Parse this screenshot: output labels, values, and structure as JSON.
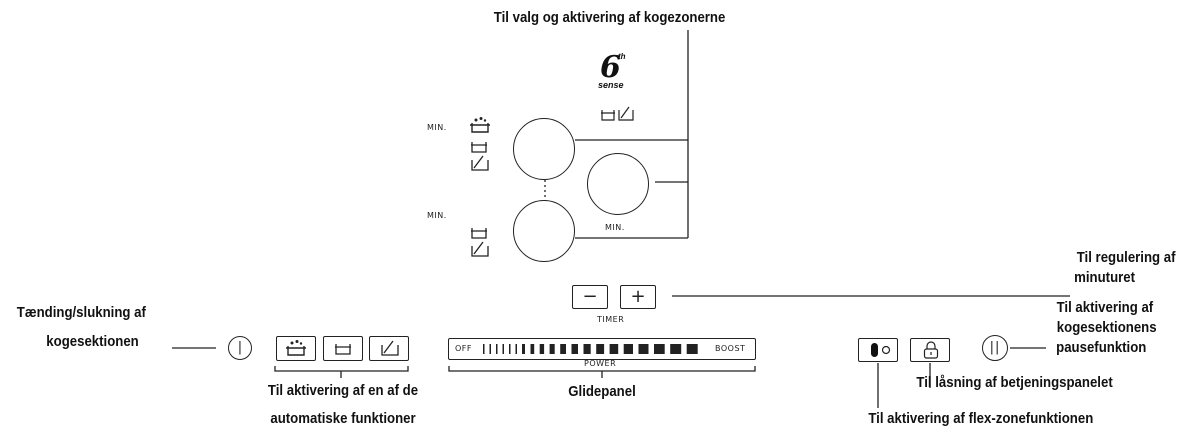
{
  "labels": {
    "zones_select": "Til valg og aktivering af kogezonerne",
    "power_on_off_line1": "Tænding/slukning af",
    "power_on_off_line2": "kogesektionen",
    "auto_functions_line1": "Til aktivering af en af de",
    "auto_functions_line2": "automatiske funktioner",
    "slider": "Glidepanel",
    "timer_line1": "Til regulering af",
    "timer_line2": "minuturet",
    "pause_line1": "Til aktivering af",
    "pause_line2": "kogesektionens",
    "pause_line3": "pausefunktion",
    "lock": "Til låsning af betjeningspanelet",
    "flex": "Til aktivering af flex-zonefunktionen"
  },
  "panel": {
    "min_label": "MIN.",
    "timer_minus": "−",
    "timer_plus": "+",
    "timer_label": "TIMER",
    "slider_off": "OFF",
    "slider_boost": "BOOST",
    "slider_power": "POWER",
    "sixth_sense_digit": "6",
    "sixth_sense_sup": "th",
    "sixth_sense_word": "sense",
    "power_symbol": "|",
    "pause_symbol": "||"
  },
  "icons": {
    "boil": "boil-icon",
    "pot": "pot-icon",
    "pan_spoon": "pan-spoon-icon",
    "lock": "lock-icon",
    "flex": "flex-zone-icon",
    "power": "power-icon",
    "pause": "pause-icon"
  }
}
